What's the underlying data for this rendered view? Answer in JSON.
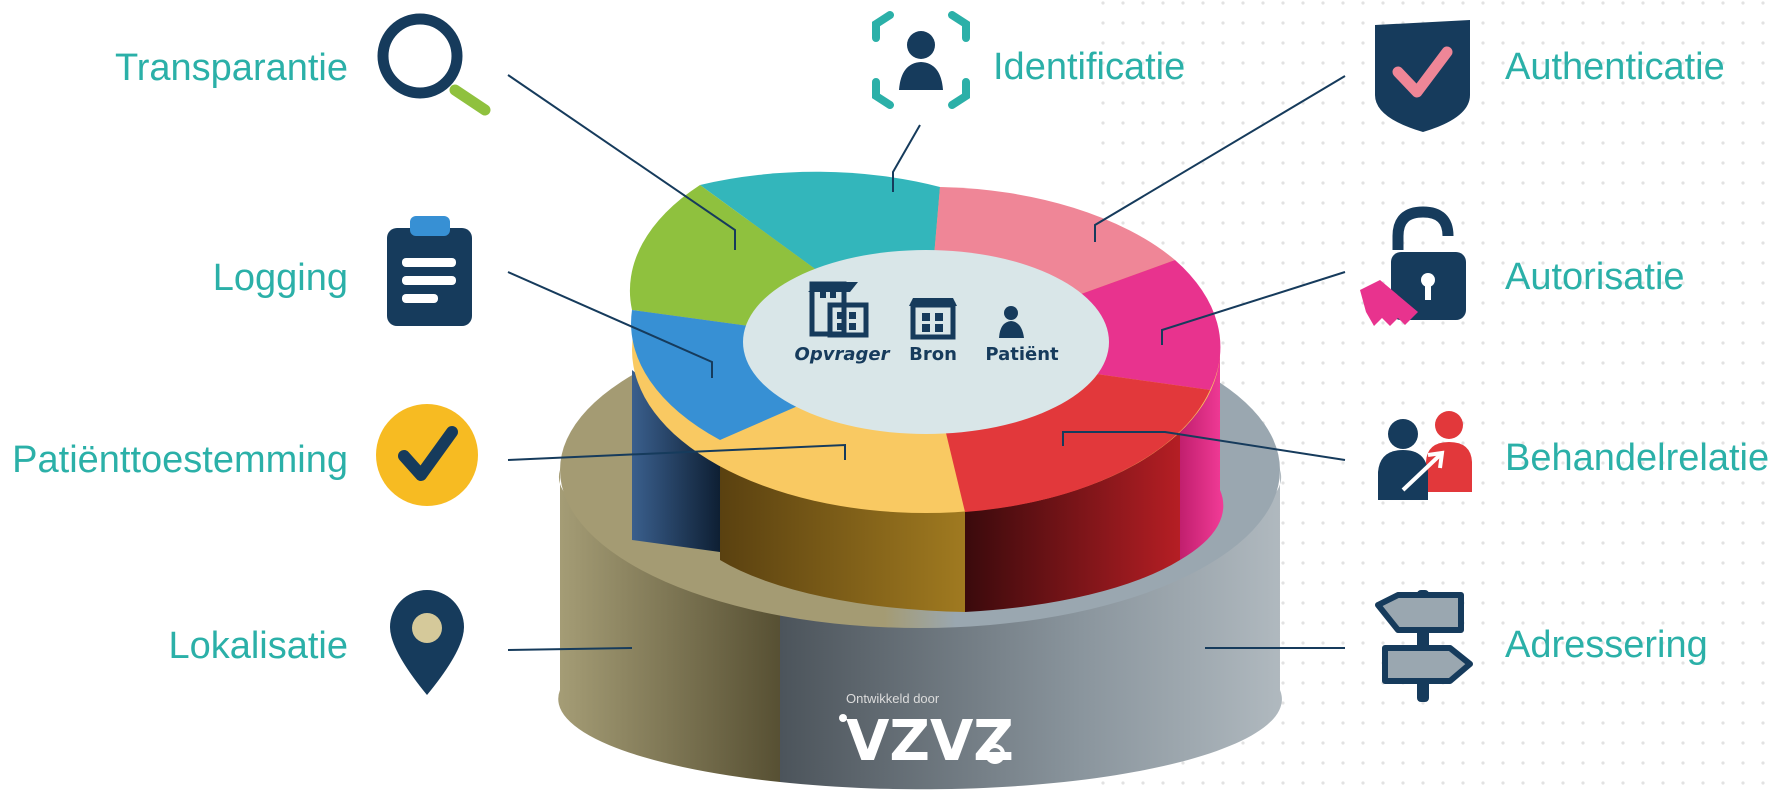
{
  "center": {
    "labels": [
      "Opvrager",
      "Bron",
      "Patiënt"
    ]
  },
  "topics": {
    "left": [
      "Transparantie",
      "Logging",
      "Patiënttoestemming",
      "Lokalisatie"
    ],
    "top": "Identificatie",
    "right": [
      "Authenticatie",
      "Autorisatie",
      "Behandelrelatie",
      "Adressering"
    ]
  },
  "footer": {
    "developed_by": "Ontwikkeld door",
    "logo": "VZVZ"
  },
  "colors": {
    "label_teal": "#2bb0a8",
    "navy": "#163b5c",
    "seg_green": "#8fc13e",
    "seg_teal": "#33b6bb",
    "seg_pink_light": "#ef8697",
    "seg_pink": "#e8338e",
    "seg_red": "#e2383b",
    "seg_yellow": "#f9c962",
    "seg_blue": "#3790d4",
    "base_olive": "#8e8560",
    "base_grey": "#8d9aa3"
  },
  "icons": [
    "magnifier-icon",
    "person-scan-icon",
    "shield-check-icon",
    "clipboard-icon",
    "padlock-key-icon",
    "checkmark-circle-icon",
    "people-relation-icon",
    "location-pin-icon",
    "signpost-icon"
  ]
}
